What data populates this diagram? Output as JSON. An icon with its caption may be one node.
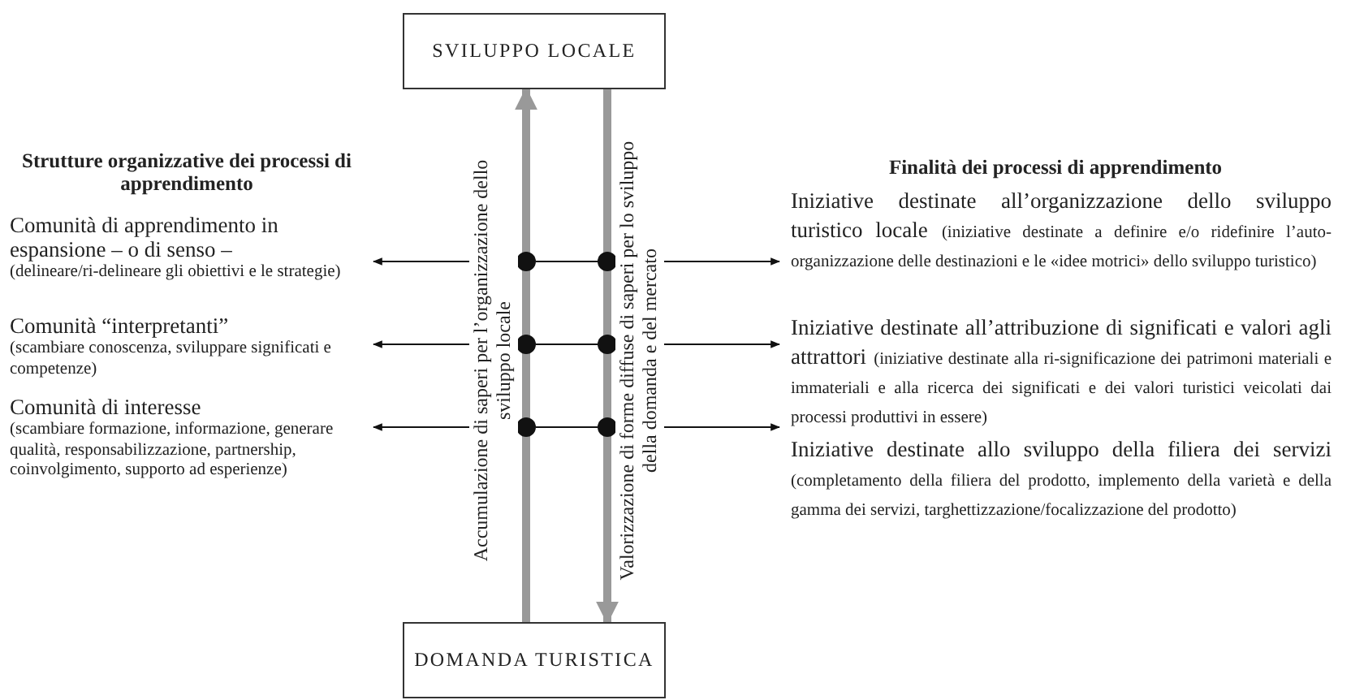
{
  "diagram": {
    "nodes": [
      {
        "text": [
          "SVILUPPO LOCALE"
        ]
      },
      {
        "text": [
          "Comunità di apprendimento in espansione – o di senso –",
          "(delineare/ri-delineare gli obiettivi e le strategie)"
        ]
      },
      {
        "text": [
          "Comunità “interpretanti”",
          "(scambiare conoscenza, sviluppare significati e competenze)"
        ]
      },
      {
        "text": [
          "Comunità di interesse",
          "(scambiare formazione, informazione, generare qualità, responsabilizzazione, partnership, coinvolgimento, supporto ad esperienze)"
        ]
      },
      {
        "text": [],
        "shape": "circle"
      },
      {
        "text": [],
        "shape": "circle"
      },
      {
        "text": [],
        "shape": "circle"
      },
      {
        "text": [],
        "shape": "circle"
      },
      {
        "text": [],
        "shape": "circle"
      },
      {
        "text": [],
        "shape": "circle"
      },
      {
        "text": [
          "Iniziative destinate all’organizzazione dello sviluppo turistico locale",
          "(iniziative destinate a definire e/o ridefinire l’auto-organizzazione delle destinazioni e le «idee motrici» dello sviluppo turistico)"
        ]
      },
      {
        "text": [
          "Iniziative destinate all’attribuzione di significati e valori agli attrattori",
          "(iniziative destinate alla ri-significazione dei patrimoni materiali e immateriali e alla ricerca dei significati e dei valori turistici veicolati dai processi produttivi in essere)"
        ]
      },
      {
        "text": [
          "Iniziative destinate allo sviluppo della filiera dei servizi",
          "(completamento della filiera del prodotto, implemento della varietà e della gamma dei servizi, targhettizzazione/focalizzazione del prodotto)"
        ]
      },
      {
        "text": [
          "DOMANDA TURISTICA"
        ]
      }
    ],
    "edges": [
      {
        "from": 13,
        "to": 0,
        "arrow": "to",
        "style": "thick",
        "color": "#999999",
        "label": "Accumulazione di saperi per l’organizzazione dello sviluppo locale"
      },
      {
        "from": 0,
        "to": 13,
        "arrow": "to",
        "style": "thick",
        "color": "#999999",
        "label": "Valorizzazione di forme diffuse di saperi per lo sviluppo della domanda e del mercato"
      },
      {
        "from": 4,
        "to": 1,
        "arrow": "to"
      },
      {
        "from": 4,
        "to": 5,
        "arrow": "none"
      },
      {
        "from": 5,
        "to": 10,
        "arrow": "to"
      },
      {
        "from": 6,
        "to": 2,
        "arrow": "to"
      },
      {
        "from": 6,
        "to": 7,
        "arrow": "none"
      },
      {
        "from": 7,
        "to": 11,
        "arrow": "to"
      },
      {
        "from": 8,
        "to": 3,
        "arrow": "to"
      },
      {
        "from": 8,
        "to": 9,
        "arrow": "none"
      },
      {
        "from": 9,
        "to": 12,
        "arrow": "to"
      }
    ],
    "labels": [
      "Strutture organizzative dei processi di apprendimento",
      "Finalità dei processi di apprendimento"
    ]
  }
}
